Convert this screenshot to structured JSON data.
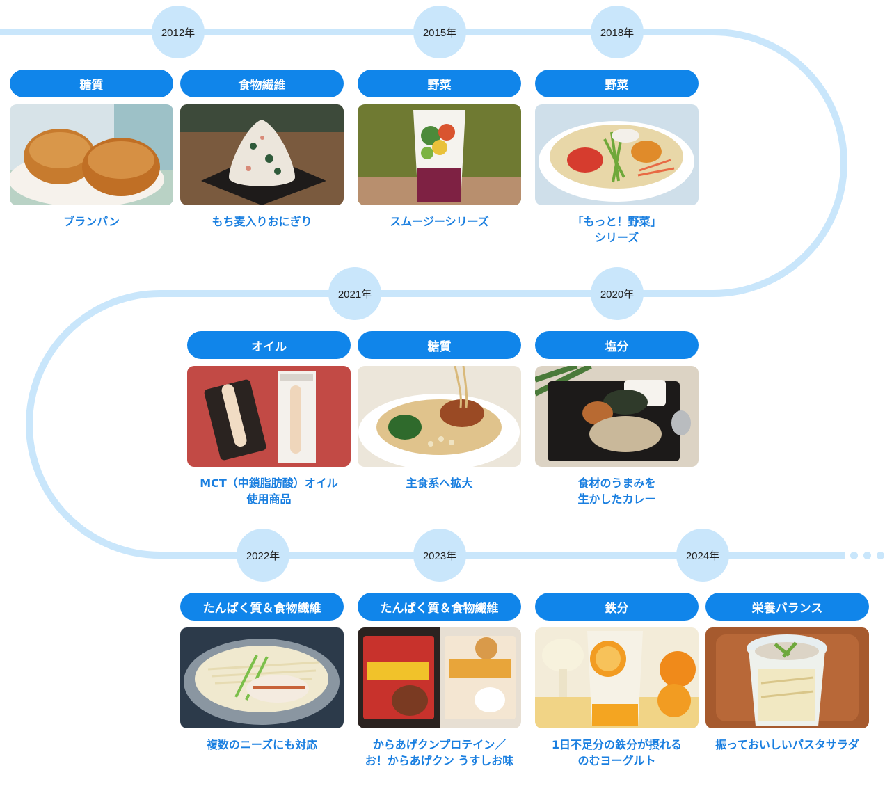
{
  "colors": {
    "track": "#c9e6fb",
    "badge": "#1085ea",
    "caption": "#1a7fe0"
  },
  "years": [
    "2012年",
    "2015年",
    "2018年",
    "2020年",
    "2021年",
    "2022年",
    "2023年",
    "2024年"
  ],
  "items": [
    {
      "category": "糖質",
      "caption": [
        "ブランパン"
      ],
      "photo": "bran-bread-photo"
    },
    {
      "category": "食物繊維",
      "caption": [
        "もち麦入りおにぎり"
      ],
      "photo": "onigiri-photo"
    },
    {
      "category": "野菜",
      "caption": [
        "スムージーシリーズ"
      ],
      "photo": "smoothie-photo"
    },
    {
      "category": "野菜",
      "caption": [
        "「もっと！野菜」",
        "シリーズ"
      ],
      "photo": "salad-photo"
    },
    {
      "category": "オイル",
      "caption": [
        "MCT（中鎖脂肪酸）オイル",
        "使用商品"
      ],
      "photo": "mct-sausage-photo"
    },
    {
      "category": "糖質",
      "caption": [
        "主食系へ拡大"
      ],
      "photo": "noodle-photo"
    },
    {
      "category": "塩分",
      "caption": [
        "食材のうまみを",
        "生かしたカレー"
      ],
      "photo": "curry-photo"
    },
    {
      "category": "たんぱく質＆食物繊維",
      "caption": [
        "複数のニーズにも対応"
      ],
      "photo": "chicken-noodle-photo"
    },
    {
      "category": "たんぱく質＆食物繊維",
      "caption": [
        "からあげクンプロテイン／",
        "お！からあげクン うすしお味"
      ],
      "photo": "karaage-kun-photo"
    },
    {
      "category": "鉄分",
      "caption": [
        "1日不足分の鉄分が摂れる",
        "のむヨーグルト"
      ],
      "photo": "yogurt-drink-photo"
    },
    {
      "category": "栄養バランス",
      "caption": [
        "振っておいしいパスタサラダ"
      ],
      "photo": "pasta-salad-photo"
    }
  ]
}
